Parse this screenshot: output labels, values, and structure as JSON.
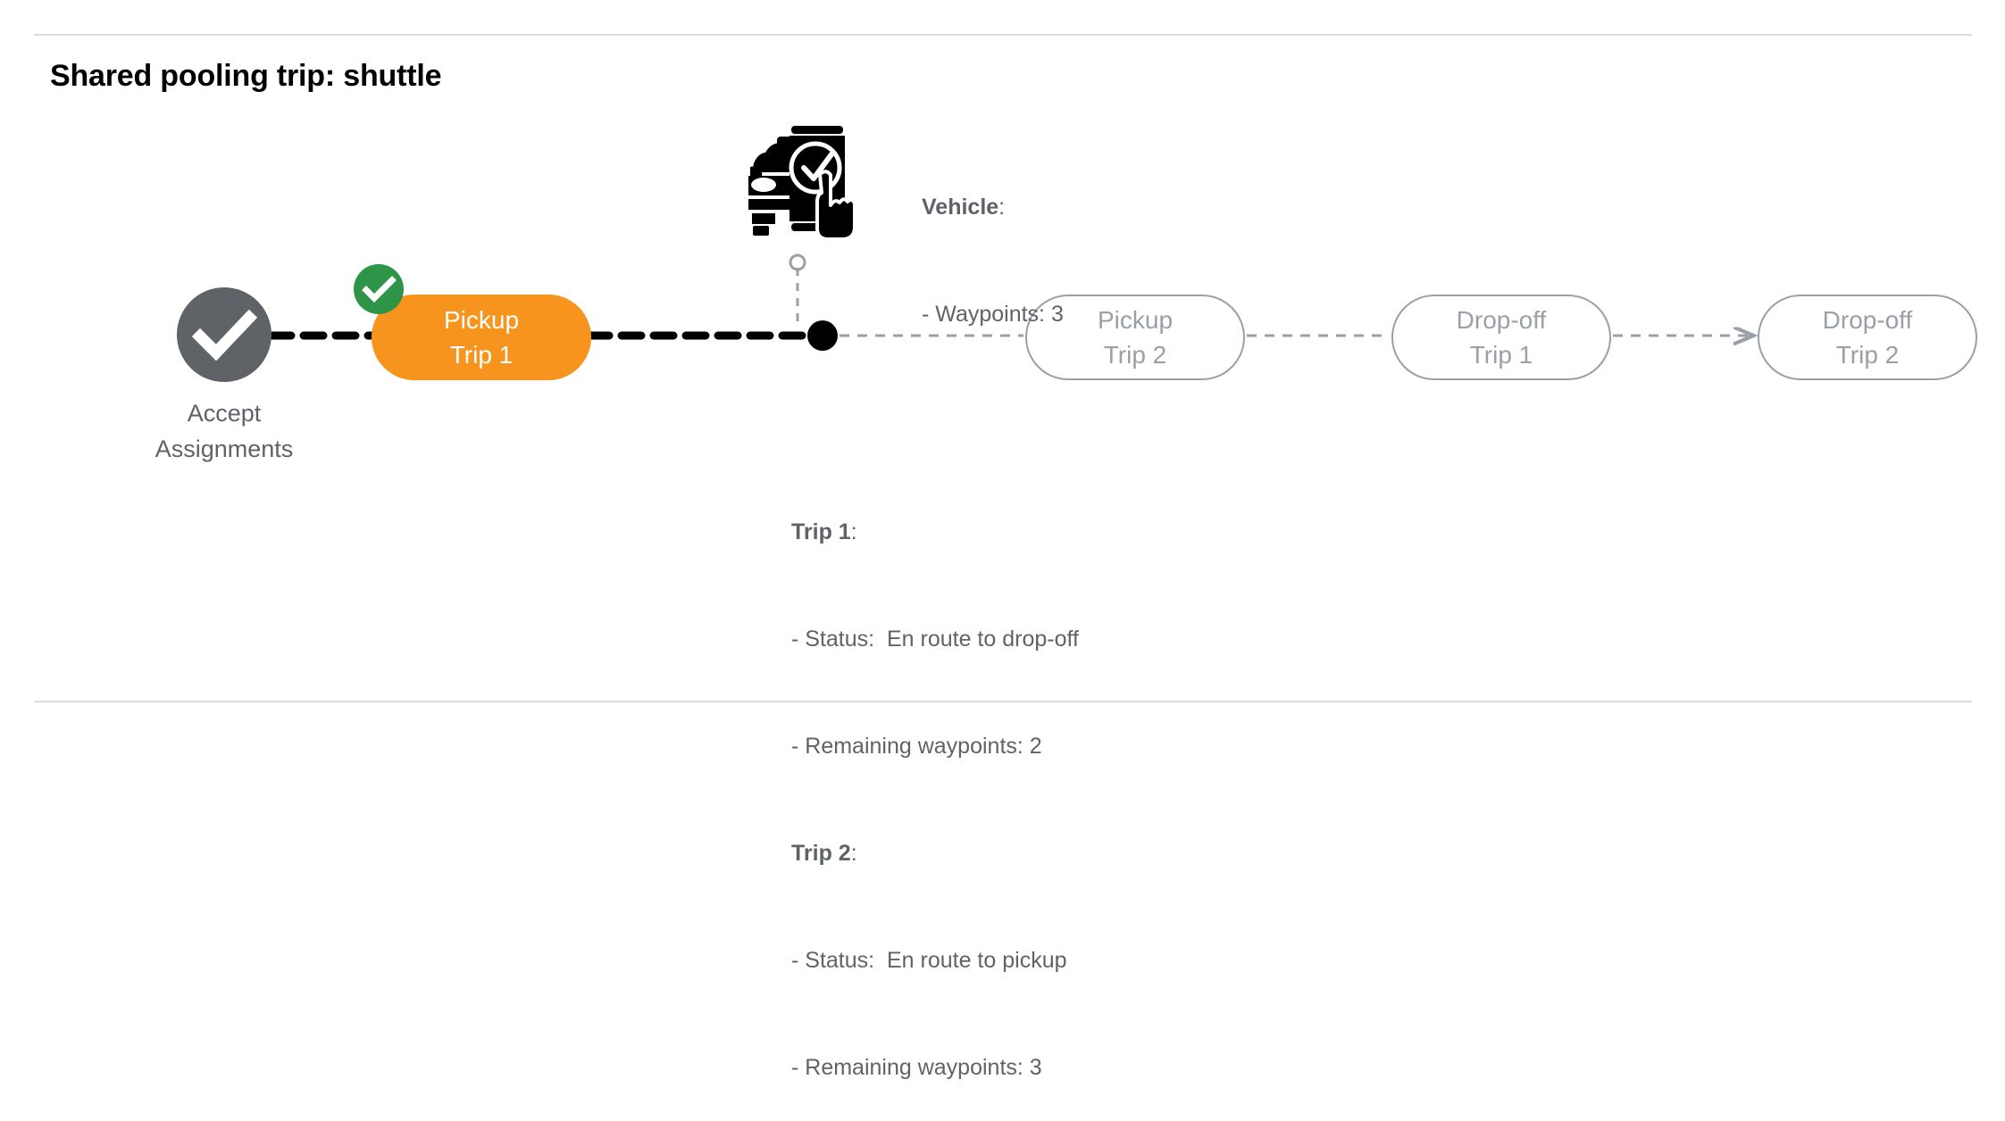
{
  "page": {
    "title": "Shared pooling trip: shuttle",
    "background": "#ffffff"
  },
  "colors": {
    "accent_active": "#f7941e",
    "badge_success": "#2e9447",
    "node_done": "#5f6368",
    "node_pending_border": "#9aa0a6",
    "text_secondary": "#5f6368",
    "divider": "#dadce0",
    "path_traveled": "#000000",
    "path_remaining": "#9aa0a6"
  },
  "timeline": {
    "start_node": {
      "icon": "check-circle-icon",
      "state": "completed",
      "label_line1": "Accept",
      "label_line2": "Assignments"
    },
    "stops": [
      {
        "id": "pickup-trip-1",
        "line1": "Pickup",
        "line2": "Trip 1",
        "state": "completed",
        "badge": "check-icon"
      },
      {
        "id": "pickup-trip-2",
        "line1": "Pickup",
        "line2": "Trip 2",
        "state": "pending"
      },
      {
        "id": "drop-off-trip-1",
        "line1": "Drop-off",
        "line2": "Trip 1",
        "state": "pending"
      },
      {
        "id": "drop-off-trip-2",
        "line1": "Drop-off",
        "line2": "Trip 2",
        "state": "pending"
      }
    ]
  },
  "vehicle_marker": {
    "icon": "car-phone-check-icon",
    "annotation": {
      "heading": "Vehicle",
      "heading_suffix": ":",
      "line1": "- Waypoints: 3"
    }
  },
  "trip_details": {
    "trip1": {
      "heading": "Trip 1",
      "heading_suffix": ":",
      "status_line": "- Status:  En route to drop-off",
      "waypoints_line": "- Remaining waypoints: 2"
    },
    "trip2": {
      "heading": "Trip 2",
      "heading_suffix": ":",
      "status_line": "- Status:  En route to pickup",
      "waypoints_line": "- Remaining waypoints: 3"
    }
  }
}
